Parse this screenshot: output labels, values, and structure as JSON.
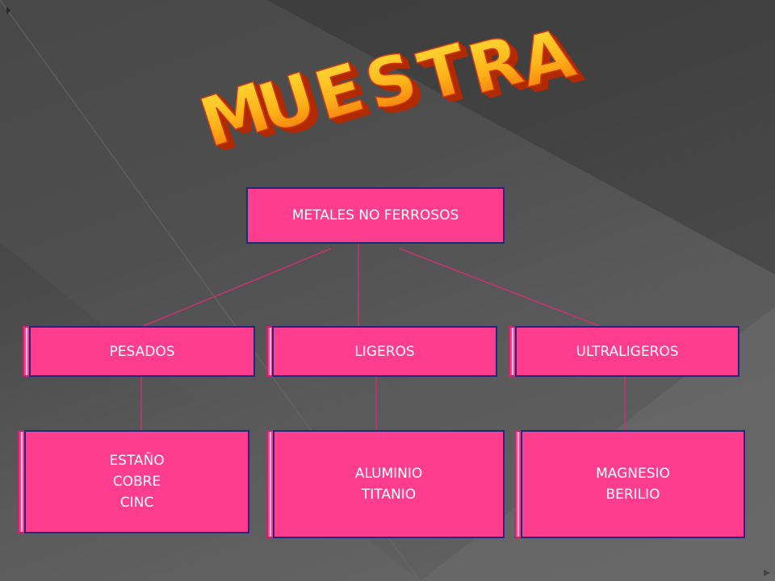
{
  "title": {
    "text": "MUESTRA",
    "letters": [
      "M",
      "U",
      "E",
      "S",
      "T",
      "R",
      "A"
    ],
    "fill_top": "#ffd21a",
    "fill_bottom": "#f07a10",
    "extrude_color": "#b02a05",
    "outline_color": "#d23a08"
  },
  "colors": {
    "box_fill": "#ff3d8f",
    "box_border": "#1e2a78",
    "connector": "#c8336f",
    "text": "#ffffff"
  },
  "diagram": {
    "root": {
      "label": "METALES NO FERROSOS"
    },
    "categories": [
      {
        "label": "PESADOS",
        "items": [
          "ESTAÑO",
          "COBRE",
          "CINC"
        ]
      },
      {
        "label": "LIGEROS",
        "items": [
          "ALUMINIO",
          "TITANIO"
        ]
      },
      {
        "label": "ULTRALIGEROS",
        "items": [
          "MAGNESIO",
          "BERILIO"
        ]
      }
    ]
  }
}
